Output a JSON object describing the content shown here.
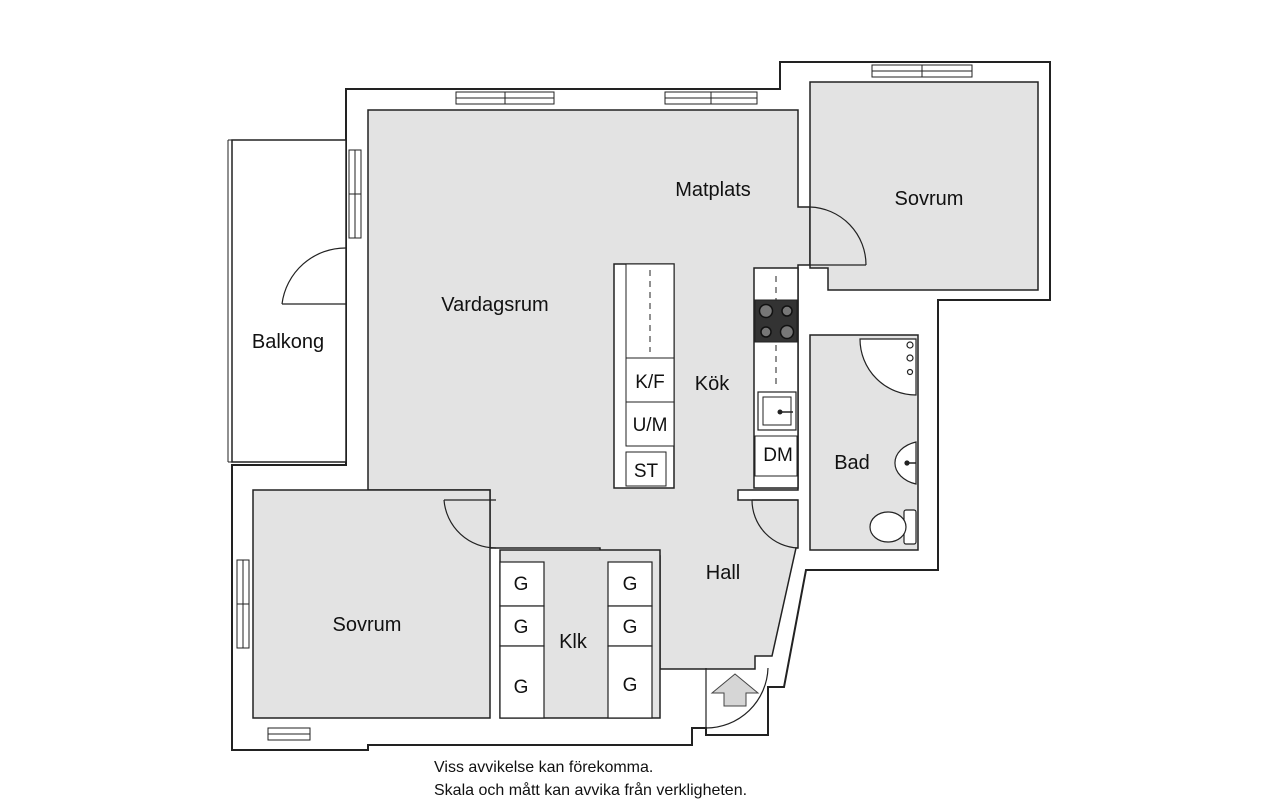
{
  "rooms": {
    "matplats": "Matplats",
    "sovrum_top": "Sovrum",
    "vardagsrum": "Vardagsrum",
    "balkong": "Balkong",
    "kok": "Kök",
    "bad": "Bad",
    "sovrum_bottom": "Sovrum",
    "hall": "Hall",
    "klk": "Klk"
  },
  "fixtures": {
    "kf": "K/F",
    "um": "U/M",
    "st": "ST",
    "dm": "DM",
    "g": "G"
  },
  "disclaimer": {
    "line1": "Viss avvikelse kan förekomma.",
    "line2": "Skala och mått kan avvika från verkligheten."
  },
  "colors": {
    "floor": "#e3e3e3",
    "wall": "#222222",
    "background": "#ffffff"
  }
}
